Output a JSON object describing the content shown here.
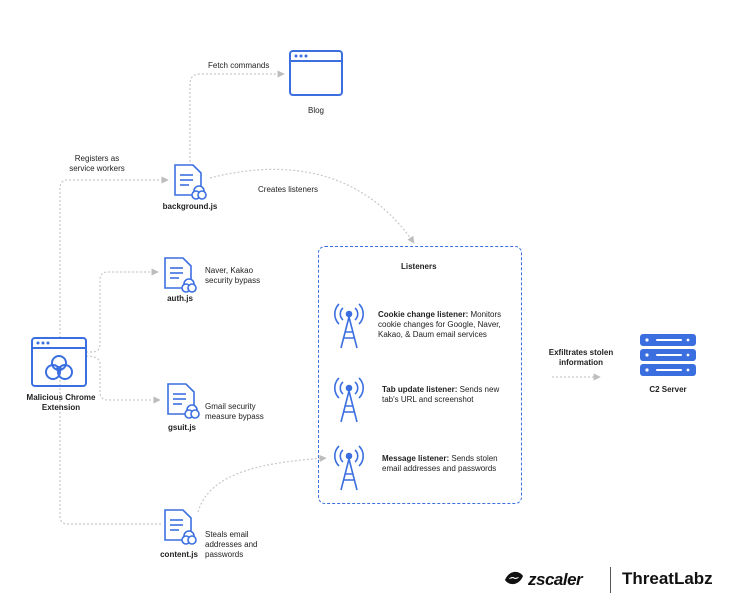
{
  "labels": {
    "fetch_commands": "Fetch commands",
    "blog": "Blog",
    "registers": [
      "Registers as",
      "service workers"
    ],
    "background": "background.js",
    "creates_listeners": "Creates listeners",
    "auth": "auth.js",
    "auth_note": [
      "Naver, Kakao",
      "security bypass"
    ],
    "malicious": [
      "Malicious Chrome",
      "Extension"
    ],
    "gsuit": "gsuit.js",
    "gsuit_note": [
      "Gmail security",
      "measure bypass"
    ],
    "content": "content.js",
    "content_note": [
      "Steals email",
      "addresses and",
      "passwords"
    ],
    "listeners_title": "Listeners",
    "exfiltrates": [
      "Exfiltrates stolen",
      "information"
    ],
    "c2": "C2 Server"
  },
  "listeners": [
    {
      "name": "Cookie change listener:",
      "desc_first": " Monitors",
      "desc_rest": [
        "cookie changes for Google, Naver,",
        "Kakao, & Daum email services"
      ]
    },
    {
      "name": "Tab update listener:",
      "desc_first": " Sends new",
      "desc_rest": [
        "tab's URL and screenshot"
      ]
    },
    {
      "name": "Message listener:",
      "desc_first": " Sends stolen",
      "desc_rest": [
        "email addresses and passwords"
      ]
    }
  ],
  "brand": {
    "zscaler": "zscaler",
    "threatlabz": "ThreatLabz"
  },
  "colors": {
    "accent": "#3b6fe0",
    "connector": "#c8c8c8",
    "text": "#222222"
  },
  "icons": [
    "browser-window-icon",
    "biohazard-document-icon",
    "radio-tower-icon",
    "server-rack-icon"
  ]
}
